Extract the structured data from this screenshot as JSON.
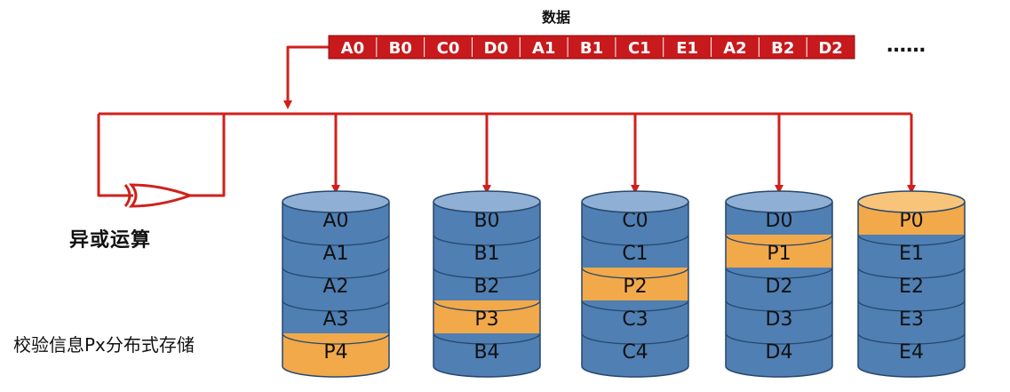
{
  "title": "数据",
  "data_stream": {
    "cells": [
      "A0",
      "B0",
      "C0",
      "D0",
      "A1",
      "B1",
      "C1",
      "E1",
      "A2",
      "B2",
      "D2"
    ],
    "ellipsis": "……"
  },
  "xor_label": "异或运算",
  "parity_note": "校验信息Px分布式存储",
  "disks": [
    {
      "blocks": [
        {
          "label": "A0",
          "parity": false
        },
        {
          "label": "A1",
          "parity": false
        },
        {
          "label": "A2",
          "parity": false
        },
        {
          "label": "A3",
          "parity": false
        },
        {
          "label": "P4",
          "parity": true
        }
      ]
    },
    {
      "blocks": [
        {
          "label": "B0",
          "parity": false
        },
        {
          "label": "B1",
          "parity": false
        },
        {
          "label": "B2",
          "parity": false
        },
        {
          "label": "P3",
          "parity": true
        },
        {
          "label": "B4",
          "parity": false
        }
      ]
    },
    {
      "blocks": [
        {
          "label": "C0",
          "parity": false
        },
        {
          "label": "C1",
          "parity": false
        },
        {
          "label": "P2",
          "parity": true
        },
        {
          "label": "C3",
          "parity": false
        },
        {
          "label": "C4",
          "parity": false
        }
      ]
    },
    {
      "blocks": [
        {
          "label": "D0",
          "parity": false
        },
        {
          "label": "P1",
          "parity": true
        },
        {
          "label": "D2",
          "parity": false
        },
        {
          "label": "D3",
          "parity": false
        },
        {
          "label": "D4",
          "parity": false
        }
      ]
    },
    {
      "blocks": [
        {
          "label": "P0",
          "parity": true
        },
        {
          "label": "E1",
          "parity": false
        },
        {
          "label": "E2",
          "parity": false
        },
        {
          "label": "E3",
          "parity": false
        },
        {
          "label": "E4",
          "parity": false
        }
      ]
    }
  ],
  "colors": {
    "wire": "#d0201c",
    "stream_fill": "#c8191c",
    "data_block": "#4f7fb3",
    "data_block_dark": "#355f8f",
    "parity_block": "#f2a94a",
    "parity_block_dark": "#d98a25",
    "disk_top": "#8fb0d4"
  }
}
